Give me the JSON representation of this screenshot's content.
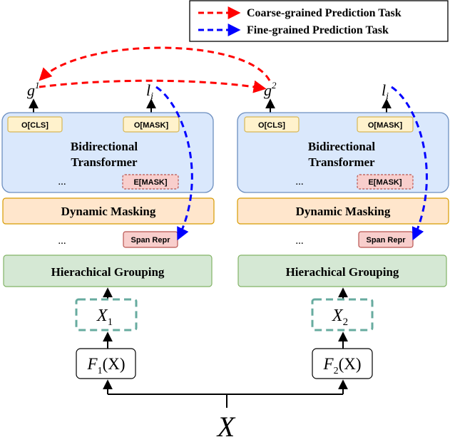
{
  "legend": {
    "coarse_label": "Coarse-grained Prediction Task",
    "fine_label": "Fine-grained Prediction Task",
    "coarse_color": "#ff0000",
    "fine_color": "#0000ff"
  },
  "colors": {
    "transformer_fill": "#dae8fc",
    "transformer_stroke": "#6c8ebf",
    "token_fill": "#fff2cc",
    "token_stroke": "#d6b656",
    "mask_fill": "#f8cecc",
    "mask_stroke": "#b85450",
    "masking_fill": "#ffe6cc",
    "masking_stroke": "#d79b00",
    "grouping_fill": "#d5e8d4",
    "grouping_stroke": "#82b366",
    "view_stroke": "#67ab9f"
  },
  "left": {
    "output_g": "g",
    "output_g_sup": "1",
    "output_l": "l",
    "output_l_sub": "i",
    "cls_label": "O[CLS]",
    "mask_label": "O[MASK]",
    "transformer_line1": "Bidirectional",
    "transformer_line2": "Transformer",
    "ellipsis_top": "...",
    "emask_label": "E[MASK]",
    "masking_label": "Dynamic Masking",
    "ellipsis_mid": "...",
    "span_label": "Span Repr",
    "grouping_label": "Hierachical Grouping",
    "view_var": "X",
    "view_sub": "1",
    "func_var": "F",
    "func_sub": "1",
    "func_arg": "(X)"
  },
  "right": {
    "output_g": "g",
    "output_g_sup": "2",
    "output_l": "l",
    "output_l_sub": "i",
    "cls_label": "O[CLS]",
    "mask_label": "O[MASK]",
    "transformer_line1": "Bidirectional",
    "transformer_line2": "Transformer",
    "ellipsis_top": "...",
    "emask_label": "E[MASK]",
    "masking_label": "Dynamic Masking",
    "ellipsis_mid": "...",
    "span_label": "Span Repr",
    "grouping_label": "Hierachical Grouping",
    "view_var": "X",
    "view_sub": "2",
    "func_var": "F",
    "func_sub": "2",
    "func_arg": "(X)"
  },
  "input_var": "X"
}
